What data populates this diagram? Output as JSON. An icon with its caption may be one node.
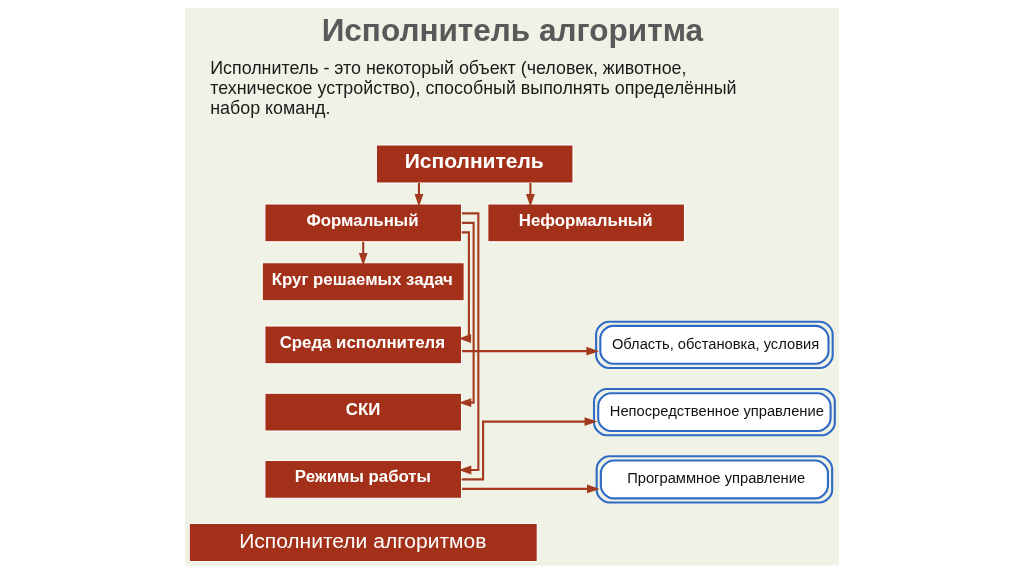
{
  "diagram": {
    "title": "Исполнитель алгоритма",
    "nodes": [
      {
        "text": [
          "Исполнитель"
        ]
      },
      {
        "text": [
          "Формальный"
        ]
      },
      {
        "text": [
          "Неформальный"
        ]
      },
      {
        "text": [
          "Круг решаемых задач"
        ]
      },
      {
        "text": [
          "Среда исполнителя"
        ]
      },
      {
        "text": [
          "СКИ"
        ]
      },
      {
        "text": [
          "Режимы работы"
        ]
      },
      {
        "text": [
          "Область, обстановка, условия"
        ]
      },
      {
        "text": [
          "Непосредственное управление"
        ]
      },
      {
        "text": [
          "Программное управление"
        ]
      },
      {
        "text": [
          "Исполнители алгоритмов"
        ]
      }
    ],
    "edges": [
      {
        "from": 0,
        "to": 1,
        "arrow": "to"
      },
      {
        "from": 0,
        "to": 2,
        "arrow": "to"
      },
      {
        "from": 1,
        "to": 3,
        "arrow": "to"
      },
      {
        "from": 1,
        "to": 4,
        "arrow": "to"
      },
      {
        "from": 1,
        "to": 5,
        "arrow": "to"
      },
      {
        "from": 1,
        "to": 6,
        "arrow": "to"
      },
      {
        "from": 4,
        "to": 7,
        "arrow": "to"
      },
      {
        "from": 6,
        "to": 8,
        "arrow": "to"
      },
      {
        "from": 6,
        "to": 9,
        "arrow": "to"
      }
    ],
    "labels": [
      "Исполнитель - это некоторый объект (человек, животное, техническое устройство), способный выполнять определённый набор команд."
    ]
  }
}
